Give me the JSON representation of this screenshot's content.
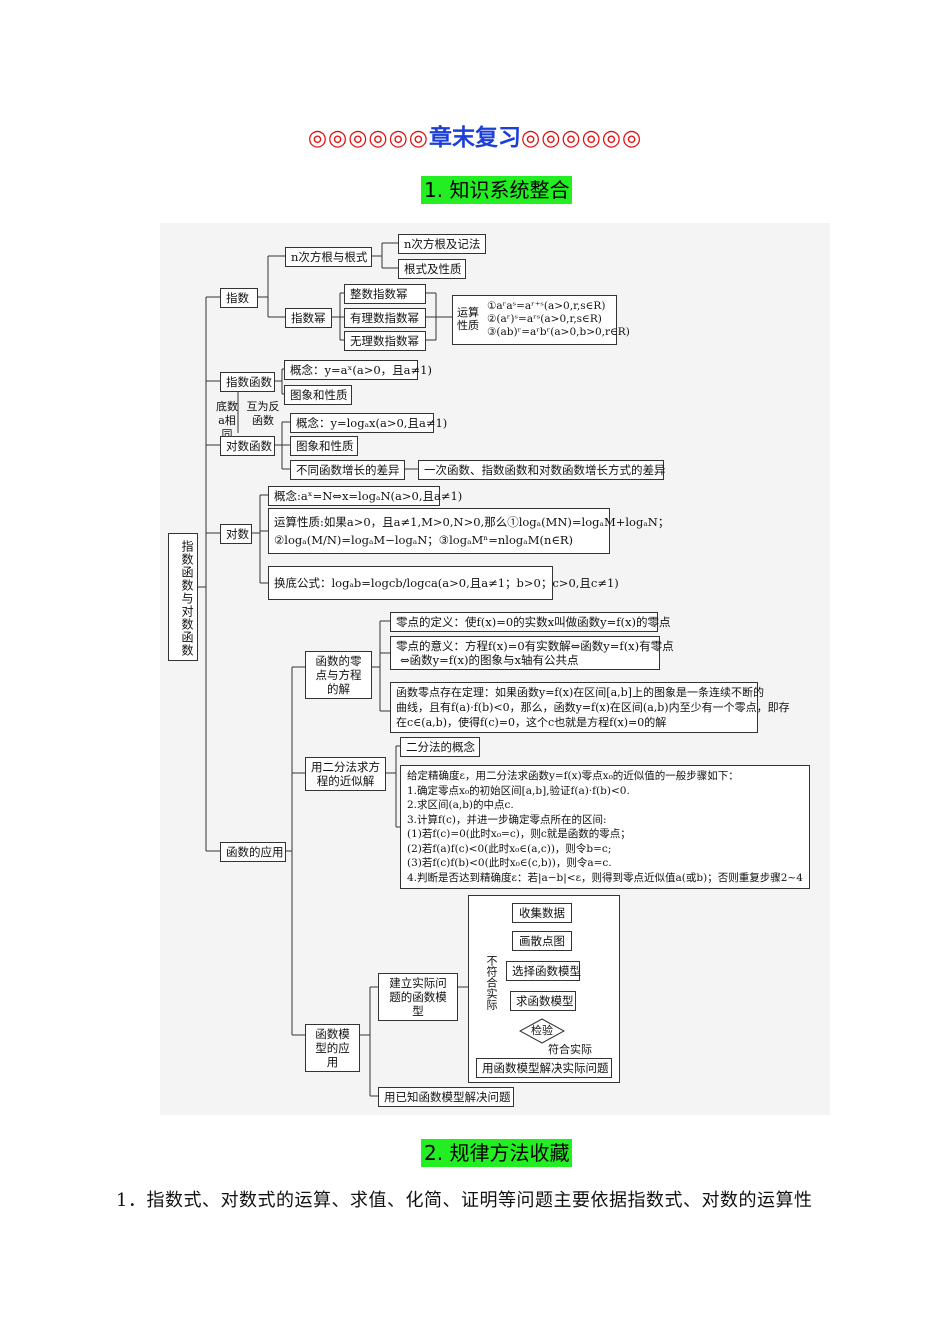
{
  "header": {
    "rings_left": "◎◎◎◎◎◎",
    "title": "章末复习",
    "rings_right": "◎◎◎◎◎◎"
  },
  "sections": {
    "s1": "1. 知识系统整合",
    "s2": "2. 规律方法收藏"
  },
  "map": {
    "root": "指数函数与对数函数",
    "zhishu": "指数",
    "nci": "n次方根与根式",
    "nci_def": "n次方根及记法",
    "genshi": "根式及性质",
    "zhishumi": "指数幂",
    "zhengshu": "整数指数幂",
    "youli": "有理数指数幂",
    "wuli": "无理数指数幂",
    "yunsuan_label": "运算性质",
    "prop1": "①aʳaˢ=aʳ⁺ˢ(a>0,r,s∈R)",
    "prop2": "②(aʳ)ˢ=aʳˢ(a>0,r,s∈R)",
    "prop3": "③(ab)ʳ=aʳbʳ(a>0,b>0,r∈R)",
    "zhishu_fn": "指数函数",
    "exp_concept": "概念：y=aˣ(a>0，且a≠1)",
    "exp_graph": "图象和性质",
    "dishu_label": "底数a相同",
    "huwei_label": "互为反函数",
    "log_fn": "对数函数",
    "log_concept": "概念：y=logₐx(a>0,且a≠1)",
    "log_graph": "图象和性质",
    "growth": "不同函数增长的差异",
    "growth_desc": "一次函数、指数函数和对数函数增长方式的差异",
    "duishu": "对数",
    "log_def": "概念:aˣ=N⇔x=logₐN(a>0,且a≠1)",
    "log_ops_1": "运算性质:如果a>0，且a≠1,M>0,N>0,那么①logₐ(MN)=logₐM+logₐN；",
    "log_ops_2": "②logₐ(M/N)=logₐM−logₐN；③logₐMⁿ=nlogₐM(n∈R)",
    "change_base": "换底公式：logₐb=logcb/logca(a>0,且a≠1；b>0；c>0,且c≠1)",
    "fn_app": "函数的应用",
    "zero_eq": "函数的零点与方程的解",
    "zero_def": "零点的定义：使f(x)=0的实数x叫做函数y=f(x)的零点",
    "zero_meaning_1": "零点的意义：方程f(x)=0有实数解⇔函数y=f(x)有零点",
    "zero_meaning_2": "⇔函数y=f(x)的图象与x轴有公共点",
    "zero_thm_1": "函数零点存在定理：如果函数y=f(x)在区间[a,b]上的图象是一条连续不断的",
    "zero_thm_2": "曲线，且有f(a)·f(b)<0，那么，函数y=f(x)在区间(a,b)内至少有一个零点，即存",
    "zero_thm_3": "在c∈(a,b)，使得f(c)=0，这个c也就是方程f(x)=0的解",
    "bisect": "用二分法求方程的近似解",
    "bisect_concept": "二分法的概念",
    "steps": [
      "给定精确度ε，用二分法求函数y=f(x)零点x₀的近似值的一般步骤如下：",
      "1.确定零点x₀的初始区间[a,b],验证f(a)·f(b)<0.",
      "2.求区间(a,b)的中点c.",
      "3.计算f(c)，并进一步确定零点所在的区间:",
      "(1)若f(c)=0(此时x₀=c)，则c就是函数的零点；",
      "(2)若f(a)f(c)<0(此时x₀∈(a,c))，则令b=c;",
      "(3)若f(c)f(b)<0(此时x₀∈(c,b))，则令a=c.",
      "4.判断是否达到精确度ε：若|a−b|<ε，则得到零点近似值a(或b)；否则重复步骤2~4"
    ],
    "model_app": "函数模型的应用",
    "build_model": "建立实际问题的函数模型",
    "use_known": "用已知函数模型解决问题",
    "flow": {
      "collect": "收集数据",
      "scatter": "画散点图",
      "choose": "选择函数模型",
      "solve": "求函数模型",
      "check": "检验",
      "not_fit": "不符合实际",
      "fit": "符合实际",
      "apply": "用函数模型解决实际问题"
    }
  },
  "paragraph": "1．指数式、对数式的运算、求值、化简、证明等问题主要依据指数式、对数的运算性"
}
